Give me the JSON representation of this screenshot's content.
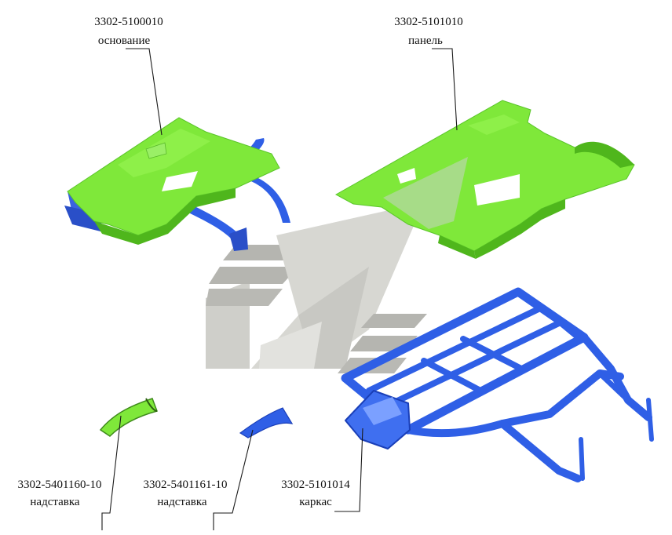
{
  "colors": {
    "panel_green": "#7fe83a",
    "panel_green_dark": "#4fb61c",
    "frame_blue": "#2f5fe6",
    "frame_blue_dark": "#1a3fb8",
    "logo_gray": "#b9b9b4",
    "logo_gray_light": "#d7d7d2"
  },
  "parts": [
    {
      "id": "base",
      "number": "3302-5100010",
      "name": "основание",
      "color": "green-with-blue"
    },
    {
      "id": "panel",
      "number": "3302-5101010",
      "name": "панель",
      "color": "green"
    },
    {
      "id": "frame",
      "number": "3302-5101014",
      "name": "каркас",
      "color": "blue"
    },
    {
      "id": "extension-left",
      "number": "3302-5401160-10",
      "name": "надставка",
      "color": "green"
    },
    {
      "id": "extension-right",
      "number": "3302-5401161-10",
      "name": "надставка",
      "color": "blue"
    }
  ],
  "icons": {
    "watermark": "gaz-stylized-deer-logo"
  }
}
